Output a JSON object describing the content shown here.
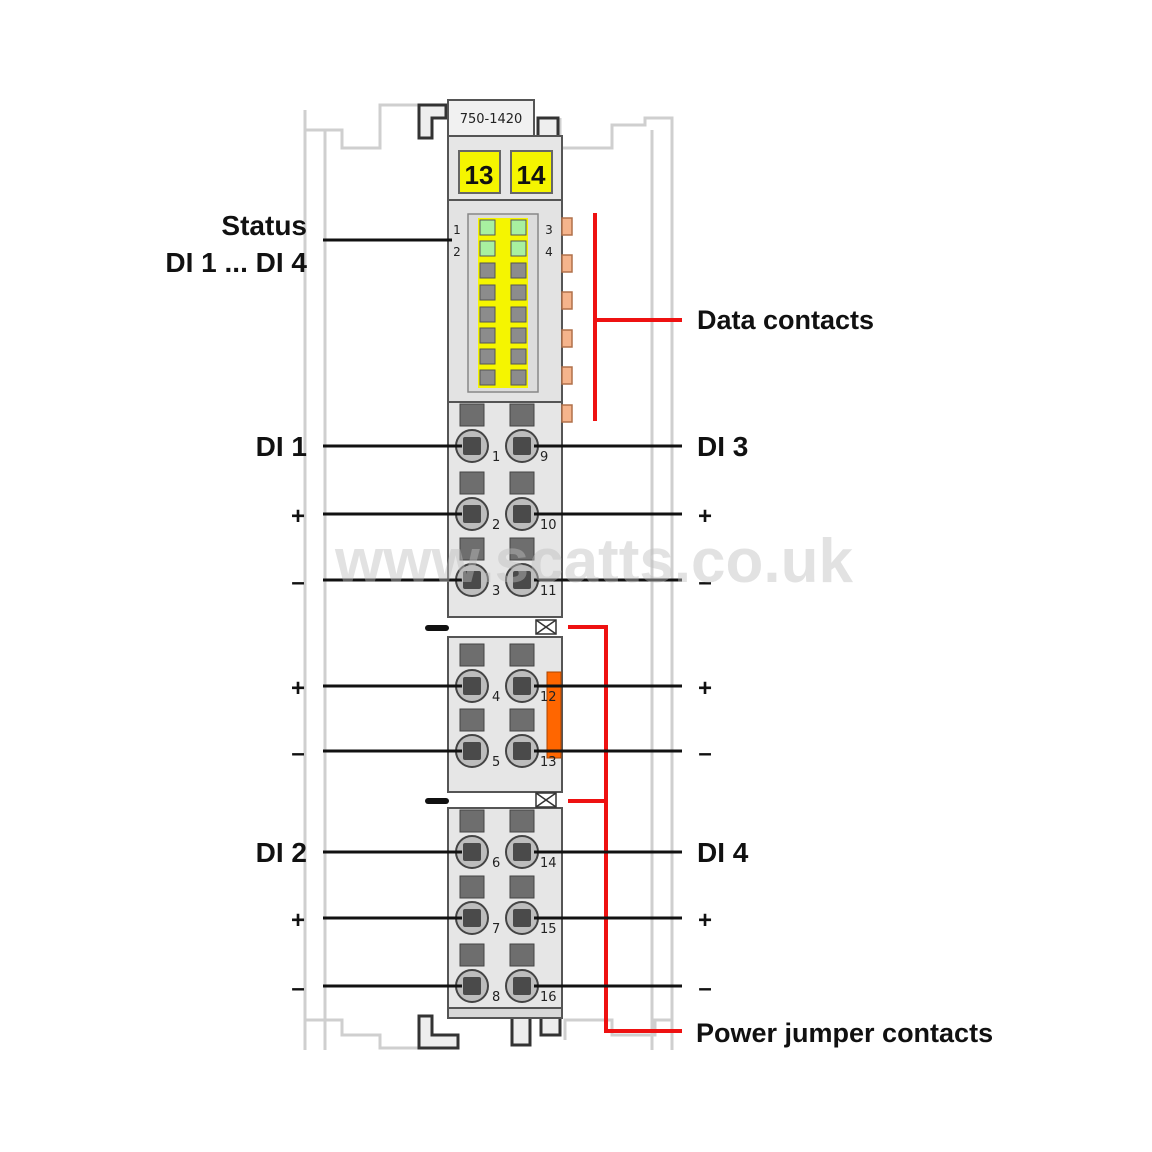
{
  "module": {
    "part_number": "750-1420",
    "marker_left": "13",
    "marker_right": "14"
  },
  "status": {
    "line1": "Status",
    "line2": "DI 1 ... DI 4",
    "led_numbers": {
      "top_left": "1",
      "bottom_left": "2",
      "top_right": "3",
      "bottom_right": "4"
    }
  },
  "callouts": {
    "data_contacts": "Data contacts",
    "power_jumper": "Power jumper contacts"
  },
  "left_labels": [
    "DI 1",
    "+",
    "–",
    "+",
    "–",
    "DI 2",
    "+",
    "–"
  ],
  "right_labels": [
    "DI 3",
    "+",
    "–",
    "+",
    "–",
    "DI 4",
    "+",
    "–"
  ],
  "left_terminals": [
    "1",
    "2",
    "3",
    "4",
    "5",
    "6",
    "7",
    "8"
  ],
  "right_terminals": [
    "9",
    "10",
    "11",
    "12",
    "13",
    "14",
    "15",
    "16"
  ],
  "watermark": "www.scatts.co.uk",
  "colors": {
    "housing": "#e6e6e6",
    "outline": "#555555",
    "marker_yellow": "#f5f500",
    "led_green": "#a8f0a0",
    "led_grey": "#8c8c8c",
    "data_contact": "#f5b48c",
    "accent_red": "#ee1111",
    "jumper_orange": "#ff6600",
    "rail_grey": "#cccccc"
  }
}
